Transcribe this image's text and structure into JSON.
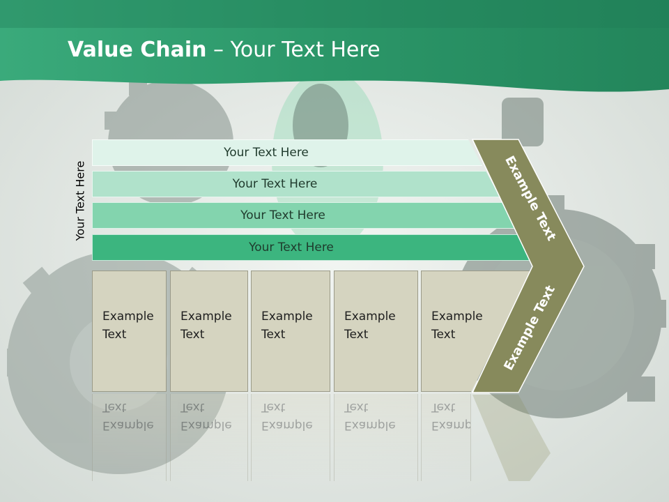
{
  "title": {
    "bold": "Value Chain",
    "rest": " – Your Text Here"
  },
  "vertical_label": "Your Text Here",
  "bars": [
    {
      "label": "Your Text Here",
      "color": "#dff3ea"
    },
    {
      "label": "Your Text Here",
      "color": "#b0e2cb"
    },
    {
      "label": "Your Text Here",
      "color": "#83d4ae"
    },
    {
      "label": "Your Text Here",
      "color": "#3cb57f"
    }
  ],
  "boxes": [
    {
      "line1": "Example",
      "line2": "Text"
    },
    {
      "line1": "Example",
      "line2": "Text"
    },
    {
      "line1": "Example",
      "line2": "Text"
    },
    {
      "line1": "Example",
      "line2": "Text"
    },
    {
      "line1": "Example",
      "line2": "Text"
    }
  ],
  "chevron": {
    "top_text": "Example Text",
    "bottom_text": "Example Text",
    "color": "#878a5c"
  },
  "colors": {
    "header_green": "#2e9a6c",
    "header_dark": "#1f7a55"
  }
}
